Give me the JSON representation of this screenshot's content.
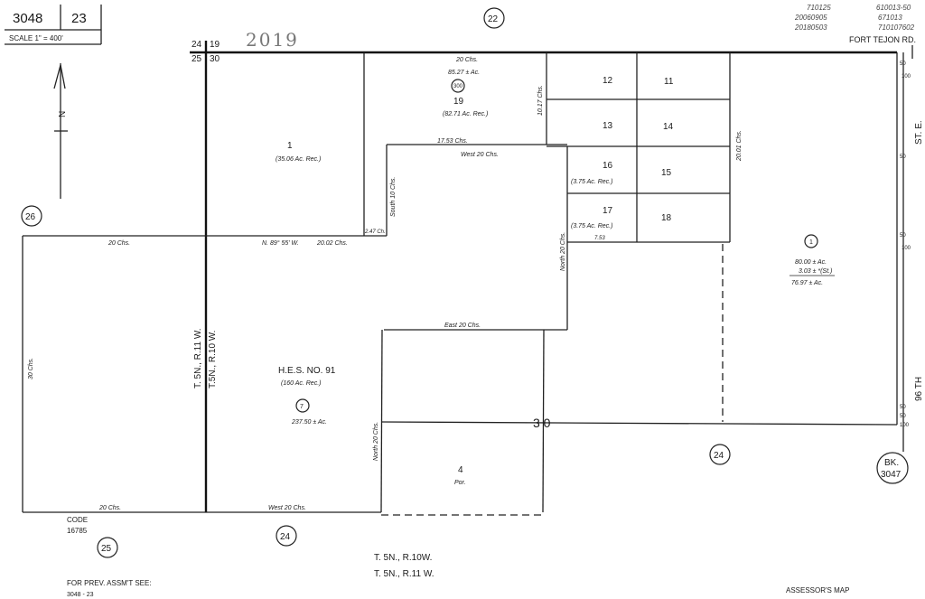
{
  "header": {
    "book": "3048",
    "page": "23",
    "scale": "SCALE 1\" = 400'",
    "year_stamp": "2019",
    "section_corners": {
      "nw": "24",
      "ne": "19",
      "sw": "25",
      "se": "30"
    },
    "revisions": [
      "710125",
      "20060905",
      "20180503",
      "610013-50",
      "671013",
      "710107602"
    ]
  },
  "north_arrow": {
    "label": "N"
  },
  "roads": {
    "fort_tejon": "FORT TEJON RD.",
    "street_e": "ST. E.",
    "street_96": "96 TH",
    "widths": [
      "50",
      "100",
      "50",
      "50",
      "100",
      "50",
      "50",
      "100"
    ]
  },
  "page_refs": {
    "top": "22",
    "left": "26",
    "bottom_left": "25",
    "bottom_mid": "24",
    "bottom_right": "24",
    "book_ref_label": "BK.",
    "book_ref_num": "3047"
  },
  "parcels": [
    {
      "num": "1",
      "note": "(35.06 Ac. Rec.)"
    },
    {
      "num": "19",
      "circled": "300",
      "area": "85.27 ± Ac.",
      "note": "(82.71 Ac. Rec.)"
    },
    {
      "num": "12"
    },
    {
      "num": "11"
    },
    {
      "num": "13"
    },
    {
      "num": "14"
    },
    {
      "num": "16",
      "note": "(3.75 Ac. Rec.)"
    },
    {
      "num": "15"
    },
    {
      "num": "17",
      "note": "(3.75 Ac. Rec.)"
    },
    {
      "num": "18"
    },
    {
      "circled": "1",
      "area1": "80.00 ± Ac.",
      "area2": "3.03 ± *(St.)",
      "area3": "76.97 ± Ac."
    },
    {
      "name": "H.E.S. NO. 91",
      "note": "(160 Ac. Rec.)",
      "circled": "7",
      "area": "237.50 ± Ac."
    },
    {
      "num": "4",
      "sub": "Por."
    }
  ],
  "dimensions": {
    "top_20": "20 Chs.",
    "d1017": "10.17 Chs.",
    "d1753": "17.53 Chs.",
    "west20": "West 20 Chs.",
    "south10": "South 10 Chs.",
    "d247": "2.47 Ch.",
    "bearing": "N. 89° 55' W.",
    "d2002": "20.02 Chs.",
    "left20": "20 Chs.",
    "left30": "30 Chs.",
    "north20a": "North 20 Chs.",
    "d2001": "20.01 Chs.",
    "d753": "7.53",
    "east20": "East 20 Chs.",
    "north20b": "North 20 Chs.",
    "bottom20": "20 Chs.",
    "bottomwest20": "West 20 Chs."
  },
  "township": {
    "vertical_a": "T. 5N., R.11 W.",
    "vertical_b": "T.5N., R.10 W.",
    "sec_label": "3 0",
    "line1": "T. 5N., R.10W.",
    "line2": "T. 5N., R.11 W."
  },
  "footer": {
    "code_label": "CODE",
    "code": "16785",
    "prev_label": "FOR PREV. ASSM'T SEE:",
    "prev": "3048 - 23",
    "title": "ASSESSOR'S MAP"
  }
}
